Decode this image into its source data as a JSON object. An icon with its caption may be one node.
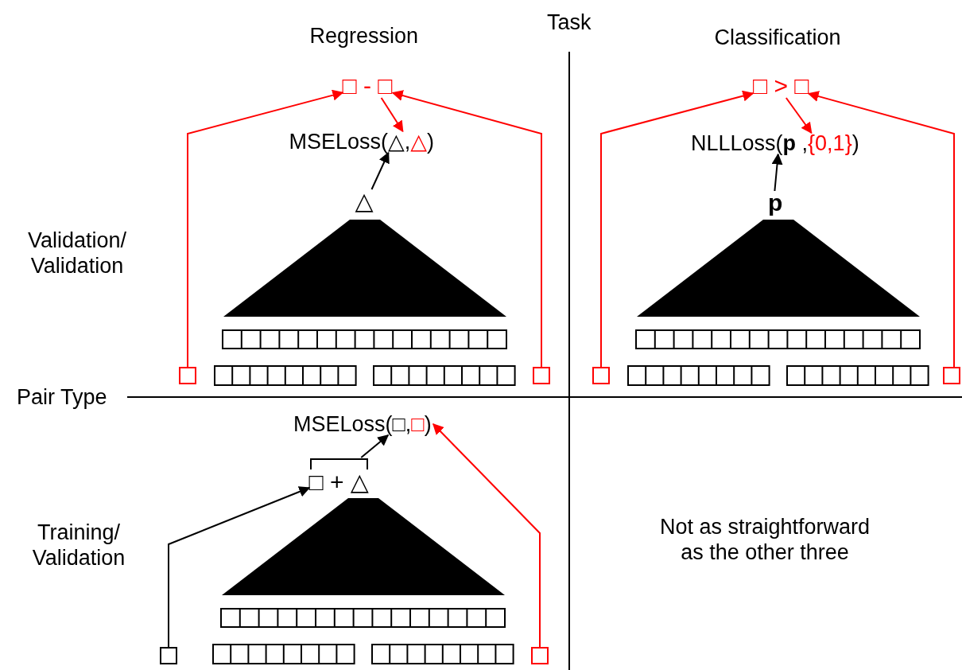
{
  "diagram": {
    "nodes": [
      {
        "text": [
          "□ - □"
        ]
      },
      {
        "text": [
          "MSELoss(△,",
          "△",
          ")"
        ]
      },
      {
        "text": [
          "△"
        ]
      },
      {
        "text": [],
        "shape": "box"
      },
      {
        "text": [],
        "shape": "box"
      },
      {
        "text": [
          "□ > □"
        ]
      },
      {
        "text": [
          "NLLLoss(**p** ,",
          "{0,1}",
          ")"
        ]
      },
      {
        "text": [
          "p"
        ]
      },
      {
        "text": [],
        "shape": "box"
      },
      {
        "text": [],
        "shape": "box"
      },
      {
        "text": [
          "MSELoss(□,",
          "□",
          ")"
        ]
      },
      {
        "text": [
          "□ + △"
        ]
      },
      {
        "text": [],
        "shape": "box"
      },
      {
        "text": [],
        "shape": "box"
      }
    ],
    "edges": [
      {
        "from": 3,
        "to": 0,
        "arrow": "to"
      },
      {
        "from": 4,
        "to": 0,
        "arrow": "to"
      },
      {
        "from": 0,
        "to": 1,
        "arrow": "to"
      },
      {
        "from": 2,
        "to": 1,
        "arrow": "to",
        "color": "#000000"
      },
      {
        "from": 8,
        "to": 5,
        "arrow": "to"
      },
      {
        "from": 9,
        "to": 5,
        "arrow": "to"
      },
      {
        "from": 5,
        "to": 6,
        "arrow": "to"
      },
      {
        "from": 7,
        "to": 6,
        "arrow": "to",
        "color": "#000000"
      },
      {
        "from": 12,
        "to": 11,
        "arrow": "to",
        "color": "#000000"
      },
      {
        "from": 11,
        "to": 10,
        "arrow": "to",
        "color": "#000000"
      },
      {
        "from": 13,
        "to": 10,
        "arrow": "to"
      }
    ],
    "labels": [
      "Task",
      "Regression",
      "Classification",
      "Pair Type",
      "Validation/ Validation",
      "Training/ Validation",
      "Not as straightforward as the other three"
    ]
  }
}
